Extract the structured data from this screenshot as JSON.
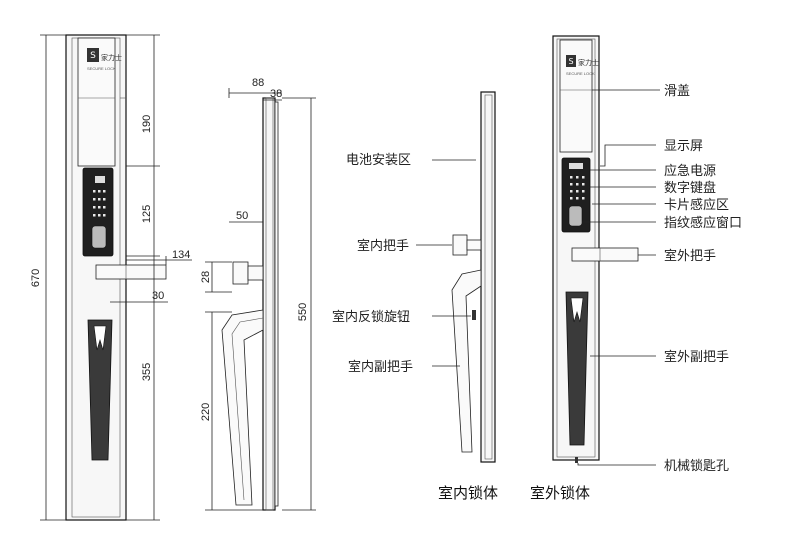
{
  "front_view": {
    "brand_name": "家力士",
    "brand_sub": "SECURE LOCK",
    "dims": {
      "total": "670",
      "top": "190",
      "middle": "125",
      "bottom": "355",
      "handle": "134",
      "handle_offset": "30"
    }
  },
  "side_view": {
    "dims": {
      "depth": "88",
      "depth_inner": "38",
      "knob": "50",
      "knob_height": "28",
      "body": "550",
      "lower": "220"
    }
  },
  "labels": {
    "battery_area": "电池安装区",
    "indoor_handle": "室内把手",
    "indoor_lock_knob": "室内反锁旋钮",
    "indoor_sub_handle": "室内副把手",
    "slide_cover": "滑盖",
    "display": "显示屏",
    "emergency_power": "应急电源",
    "keypad": "数字键盘",
    "card_area": "卡片感应区",
    "fingerprint": "指纹感应窗口",
    "outdoor_handle": "室外把手",
    "outdoor_sub_handle": "室外副把手",
    "key_hole": "机械锁匙孔"
  },
  "captions": {
    "indoor_body": "室内锁体",
    "outdoor_body": "室外锁体"
  }
}
